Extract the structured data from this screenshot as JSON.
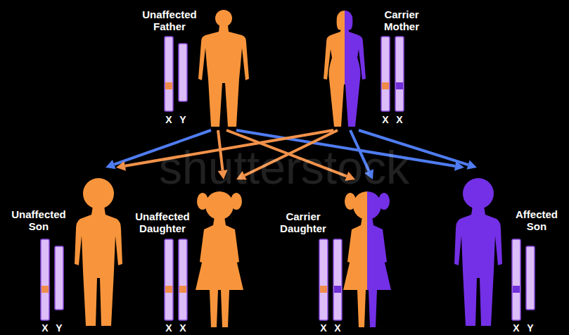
{
  "diagram": {
    "nodes": [
      {
        "text": [
          "Unaffected Father"
        ]
      },
      {
        "text": [
          "Carrier Mother"
        ]
      },
      {
        "text": [
          "Unaffected Son"
        ]
      },
      {
        "text": [
          "Unaffected Daughter"
        ]
      },
      {
        "text": [
          "Carrier Daughter"
        ]
      },
      {
        "text": [
          "Affected Son"
        ]
      }
    ],
    "edges": [
      {
        "from": 0,
        "to": 2,
        "arrow": "to"
      },
      {
        "from": 0,
        "to": 3,
        "arrow": "to"
      },
      {
        "from": 0,
        "to": 4,
        "arrow": "to"
      },
      {
        "from": 0,
        "to": 5,
        "arrow": "to"
      },
      {
        "from": 1,
        "to": 2,
        "arrow": "to"
      },
      {
        "from": 1,
        "to": 3,
        "arrow": "to"
      },
      {
        "from": 1,
        "to": 4,
        "arrow": "to"
      },
      {
        "from": 1,
        "to": 5,
        "arrow": "to"
      }
    ],
    "labels": [
      "X",
      "Y",
      "X",
      "X",
      "X",
      "Y",
      "X",
      "X",
      "X",
      "X",
      "X",
      "Y",
      "shutterstock"
    ]
  }
}
